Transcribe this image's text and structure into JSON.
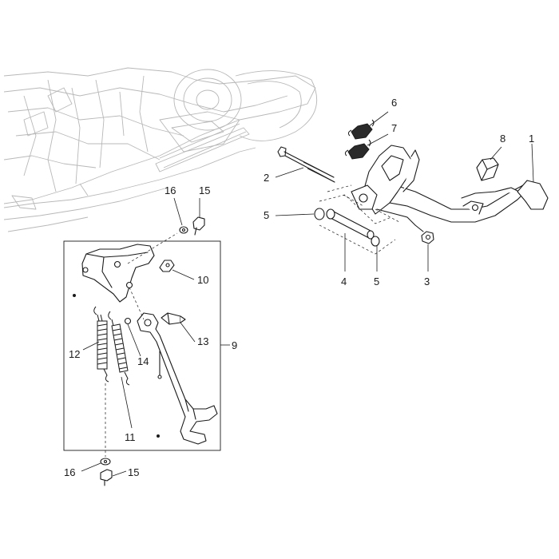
{
  "callouts": {
    "p1": "1",
    "p2": "2",
    "p3": "3",
    "p4": "4",
    "p5a": "5",
    "p5b": "5",
    "p6": "6",
    "p7": "7",
    "p8": "8",
    "p9": "9",
    "p10": "10",
    "p11": "11",
    "p12": "12",
    "p13": "13",
    "p14": "14",
    "p15a": "15",
    "p15b": "15",
    "p16a": "16",
    "p16b": "16"
  }
}
